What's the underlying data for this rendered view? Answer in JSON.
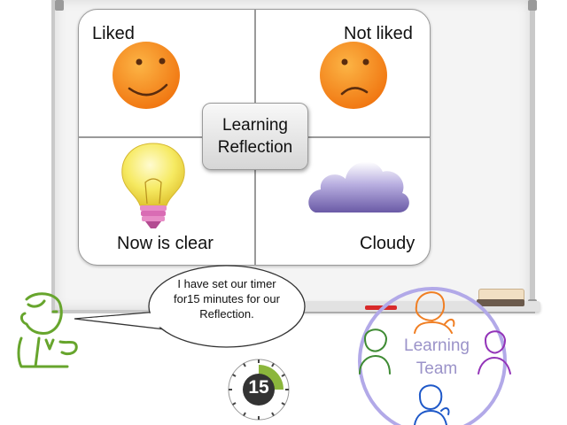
{
  "quadrants": {
    "top_left": "Liked",
    "top_right": "Not liked",
    "bottom_left": "Now is clear",
    "bottom_right": "Cloudy"
  },
  "center": {
    "line1": "Learning",
    "line2": "Reflection"
  },
  "speech": {
    "line1": "I have set our timer",
    "line2": "for15 minutes for our",
    "line3": "Reflection."
  },
  "timer": {
    "value": "15",
    "progress_fraction": 0.25
  },
  "team": {
    "line1": "Learning",
    "line2": "Team"
  },
  "icons": {
    "happy": "happy-face-icon",
    "sad": "sad-face-icon",
    "bulb": "lightbulb-icon",
    "cloud": "cloud-icon",
    "teacher": "teacher-icon",
    "timer": "timer-icon"
  },
  "colors": {
    "face": "#f98a1c",
    "bulb": "#f6ea62",
    "cloud": "#7e70b3",
    "teacher": "#67a52d",
    "team_circle": "#b2a9e8",
    "timer_progress": "#8bb63c"
  }
}
